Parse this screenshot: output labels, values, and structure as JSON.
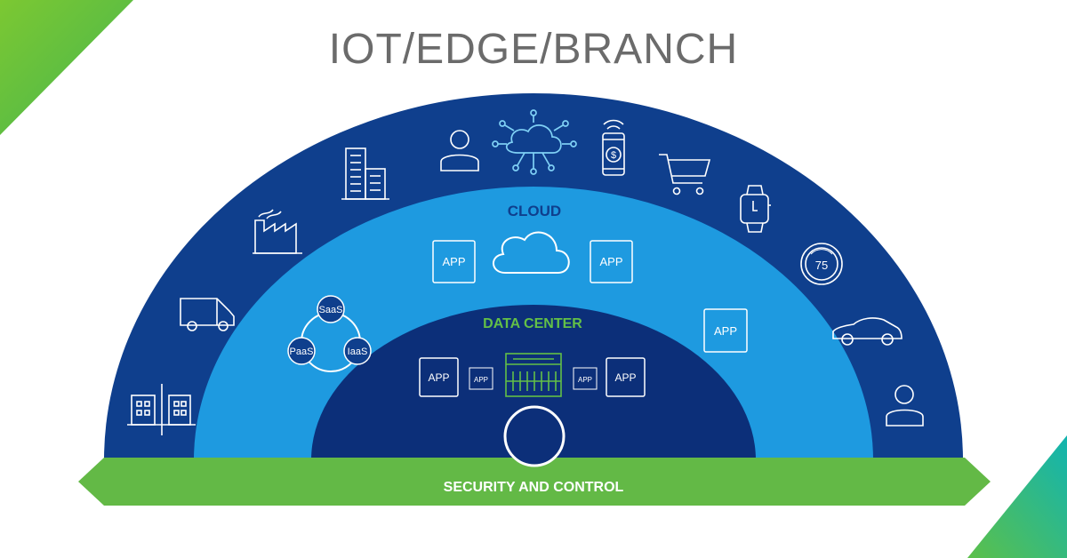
{
  "header": {
    "title": "IOT/EDGE/BRANCH"
  },
  "layers": {
    "cloud_label": "CLOUD",
    "datacenter_label": "DATA CENTER",
    "security_label": "SECURITY AND CONTROL"
  },
  "cloud_services": {
    "saas": "SaaS",
    "paas": "PaaS",
    "iaas": "IaaS"
  },
  "app_label": "APP",
  "edge_icons": [
    "office-buildings-icon",
    "delivery-van-icon",
    "factory-icon",
    "office-tower-icon",
    "user-icon",
    "iot-cloud-icon",
    "mobile-payment-icon",
    "shopping-cart-icon",
    "smartwatch-icon",
    "thermostat-icon",
    "car-icon",
    "user-icon"
  ],
  "thermostat_value": "75",
  "payment_symbol": "$",
  "colors": {
    "outer_band": "#0f3f8d",
    "middle_band": "#1e9ae0",
    "inner_core": "#0c2f79",
    "security_bar": "#63b946",
    "datacenter_text": "#63c047",
    "cloud_text": "#0f3f8d",
    "corner_green": "#6fc23c",
    "corner_teal": "#19b7a6",
    "iot_cloud_icon": "#7fd0f5"
  }
}
